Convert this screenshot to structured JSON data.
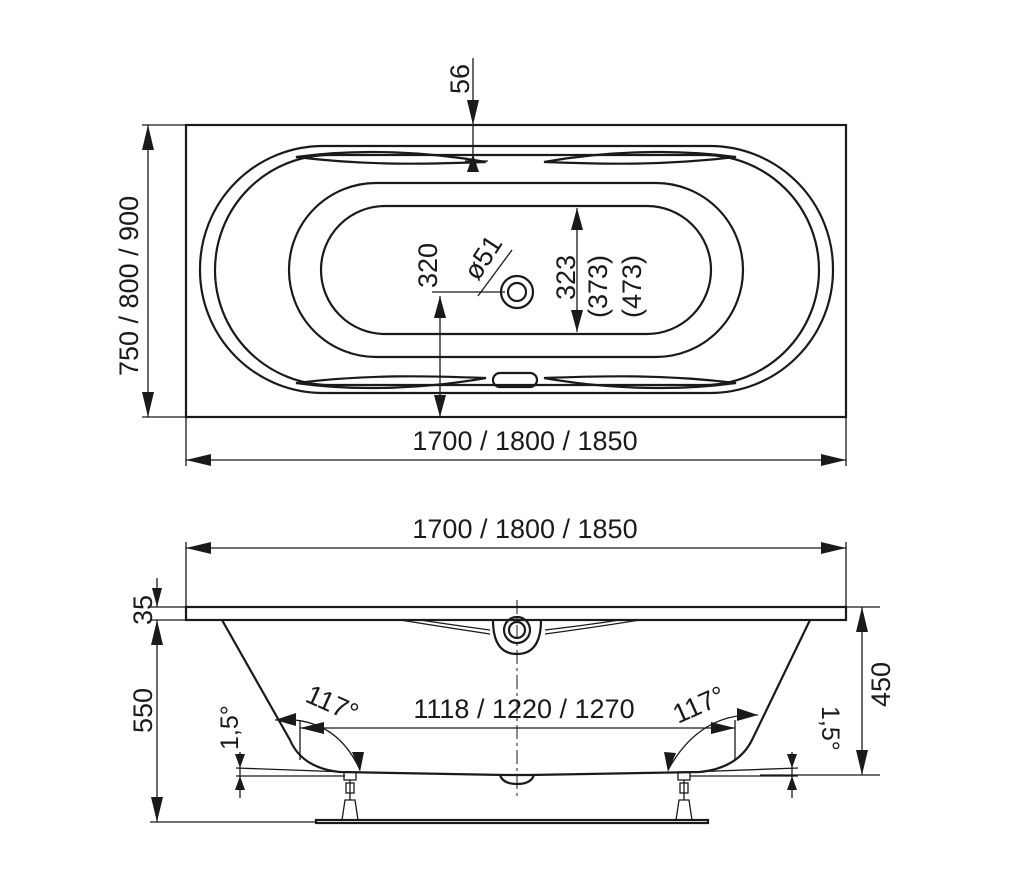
{
  "top_view": {
    "overflow_depth": "56",
    "drain_offset": "320",
    "drain_diameter": "ø51",
    "inner_width": "323",
    "inner_width_alt1": "(373)",
    "inner_width_alt2": "(473)",
    "width_options": "750 / 800 / 900",
    "length_options": "1700 / 1800 / 1850"
  },
  "side_view": {
    "length_options": "1700 / 1800 / 1850",
    "rim_thickness": "35",
    "total_height": "550",
    "depth": "450",
    "bottom_length_options": "1118 / 1220 / 1270",
    "angle_left": "117°",
    "angle_right": "117°",
    "slope_left": "1,5°",
    "slope_right": "1,5°"
  }
}
